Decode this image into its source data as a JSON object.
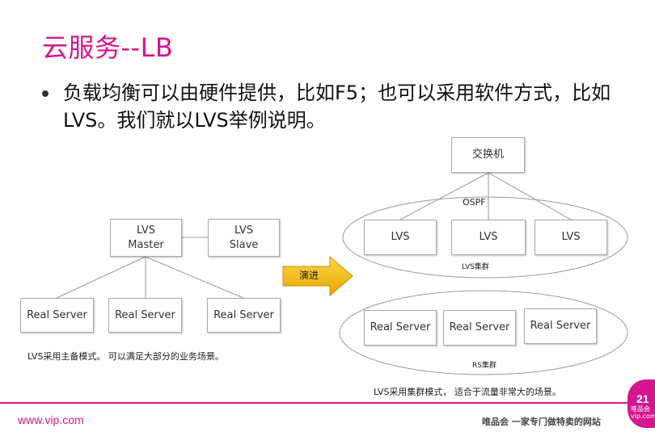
{
  "slide": {
    "title": "云服务--LB",
    "bullet": "负载均衡可以由硬件提供，比如F5；也可以采用软件方式，比如LVS。我们就以LVS举例说明。"
  },
  "left": {
    "master_l1": "LVS",
    "master_l2": "Master",
    "slave_l1": "LVS",
    "slave_l2": "Slave",
    "servers": [
      "Real Server",
      "Real Server",
      "Real Server"
    ],
    "caption": "LVS采用主备模式。 可以满足大部分的业务场景。"
  },
  "arrow": {
    "label": "演进",
    "color": "#f0b400"
  },
  "right": {
    "switch": "交换机",
    "ospf": "OSPF",
    "lvs_nodes": [
      "LVS",
      "LVS",
      "LVS"
    ],
    "lvs_cluster": "LVS集群",
    "servers": [
      "Real Server",
      "Real Server",
      "Real Server"
    ],
    "rs_cluster": "RS集群",
    "caption": "LVS采用集群模式， 适合于流量非常大的场景。"
  },
  "footer": {
    "url": "www.vip.com",
    "slogan": "唯品会 一家专门做特卖的网站",
    "page": "21",
    "brand_l1": "唯品会",
    "brand_l2": "vip.com",
    "accent": "#d6158f"
  }
}
